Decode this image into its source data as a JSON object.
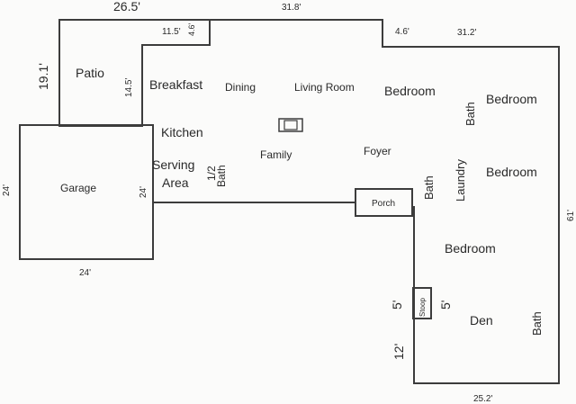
{
  "rooms": {
    "patio": "Patio",
    "breakfast": "Breakfast",
    "dining": "Dining",
    "living_room": "Living Room",
    "bedroom_1": "Bedroom",
    "bath_1": "Bath",
    "bedroom_2": "Bedroom",
    "kitchen": "Kitchen",
    "serving": "Serving",
    "area": "Area",
    "half": "1/2",
    "half_bath": "Bath",
    "family": "Family",
    "foyer": "Foyer",
    "bedroom_3": "Bedroom",
    "garage": "Garage",
    "porch": "Porch",
    "bath_2": "Bath",
    "laundry": "Laundry",
    "bedroom_4": "Bedroom",
    "stoop": "Stoop",
    "den": "Den",
    "bath_3": "Bath"
  },
  "dimensions": {
    "top_left": "26.5'",
    "top_mid": "31.8'",
    "top_right": "31.2'",
    "patio_side": "19.1'",
    "step_a": "11.5'",
    "step_b": "4.6'",
    "step_c": "4.6'",
    "breakfast_side": "14.5'",
    "garage_left": "24'",
    "garage_right": "24'",
    "garage_bottom": "24'",
    "stoop_left": "5'",
    "stoop_right": "5'",
    "den_left": "12'",
    "right_side": "61'",
    "bottom_right": "25.2'"
  },
  "symbols": {
    "fireplace": "fireplace-icon"
  }
}
